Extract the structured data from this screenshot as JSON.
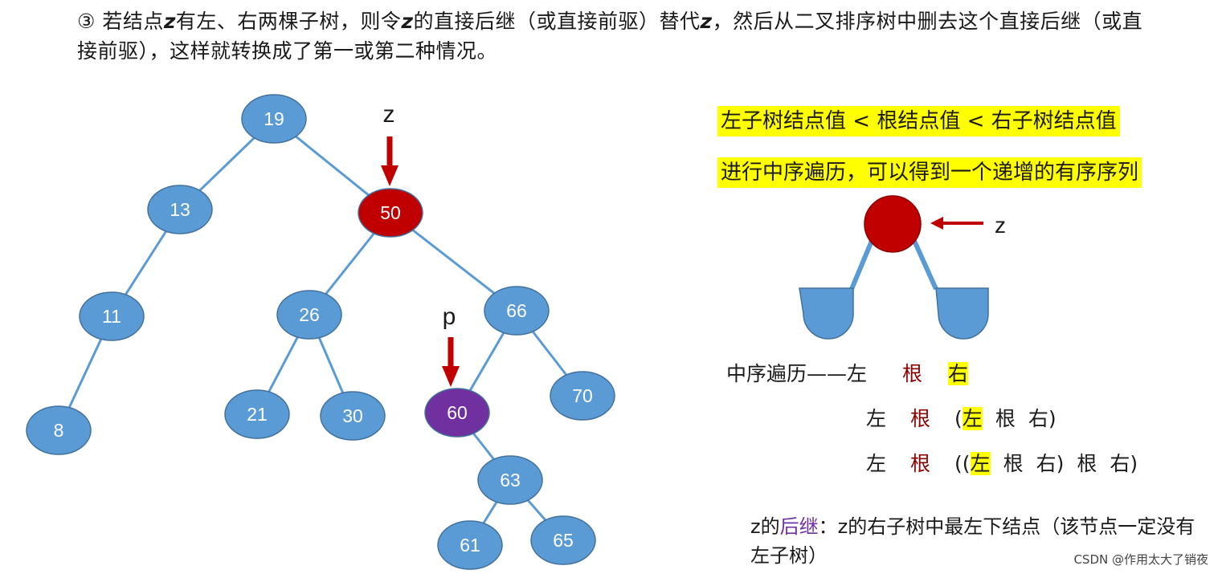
{
  "intro": {
    "part1": "③ 若结点",
    "z1": "z",
    "part2": "有左、右两棵子树，则令",
    "z2": "z",
    "part3": "的直接后继（或直接前驱）替代",
    "z3": "z",
    "part4": "，然后从二叉排序树中删去这个直接后继（或直接前驱），这样就转换成了第一或第二种情况。"
  },
  "tree": {
    "nodes": [
      {
        "id": "19",
        "label": "19",
        "color": "#5b9bd5"
      },
      {
        "id": "13",
        "label": "13",
        "color": "#5b9bd5"
      },
      {
        "id": "50",
        "label": "50",
        "color": "#c00000"
      },
      {
        "id": "11",
        "label": "11",
        "color": "#5b9bd5"
      },
      {
        "id": "8",
        "label": "8",
        "color": "#5b9bd5"
      },
      {
        "id": "26",
        "label": "26",
        "color": "#5b9bd5"
      },
      {
        "id": "21",
        "label": "21",
        "color": "#5b9bd5"
      },
      {
        "id": "30",
        "label": "30",
        "color": "#5b9bd5"
      },
      {
        "id": "66",
        "label": "66",
        "color": "#5b9bd5"
      },
      {
        "id": "60",
        "label": "60",
        "color": "#7030a0"
      },
      {
        "id": "70",
        "label": "70",
        "color": "#5b9bd5"
      },
      {
        "id": "63",
        "label": "63",
        "color": "#5b9bd5"
      },
      {
        "id": "61",
        "label": "61",
        "color": "#5b9bd5"
      },
      {
        "id": "65",
        "label": "65",
        "color": "#5b9bd5"
      }
    ],
    "edges": [
      [
        "19",
        "13"
      ],
      [
        "19",
        "50"
      ],
      [
        "13",
        "11"
      ],
      [
        "11",
        "8"
      ],
      [
        "50",
        "26"
      ],
      [
        "50",
        "66"
      ],
      [
        "26",
        "21"
      ],
      [
        "26",
        "30"
      ],
      [
        "66",
        "60"
      ],
      [
        "66",
        "70"
      ],
      [
        "60",
        "63"
      ],
      [
        "63",
        "61"
      ],
      [
        "63",
        "65"
      ]
    ],
    "z_label": "z",
    "p_label": "p",
    "arrow_color": "#c00000"
  },
  "right": {
    "rule1": "左子树结点值 < 根结点值 < 右子树结点值",
    "rule2": "进行中序遍历，可以得到一个递增的有序序列",
    "z_label": "z",
    "inorder_label": "中序遍历——",
    "left": "左",
    "root": "根",
    "right": "右",
    "open1": "(",
    "open2": "((",
    "close": ")"
  },
  "note": {
    "a": "z的",
    "b": "后继",
    "c": "：z的右子树中最左下结点（该节点一定没有左子树）"
  },
  "watermark": "CSDN @作用太大了销夜"
}
